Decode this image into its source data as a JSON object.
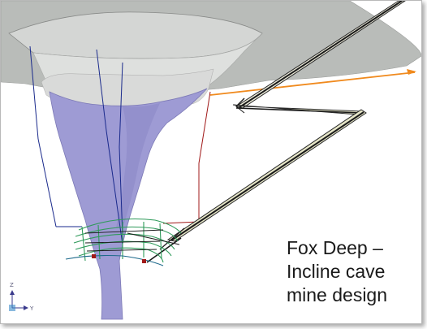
{
  "caption": {
    "lines": [
      "Fox Deep –",
      "Incline cave",
      "mine design"
    ]
  },
  "axis_triad": {
    "z_label": "Z",
    "y_label": "Y"
  },
  "colors": {
    "surface_mesh": "#b8bab8",
    "pit_mesh": "#d6d8d6",
    "cave_body": "#9e9bd4",
    "cave_shadow": "#7c79b6",
    "decline": "#2a2a2a",
    "decline_fill": "#e6e6c8",
    "conveyor": "#f08a1e",
    "drill_blue": "#1a2a8c",
    "drill_red": "#a01818",
    "levels_green": "#2f9a5a"
  }
}
